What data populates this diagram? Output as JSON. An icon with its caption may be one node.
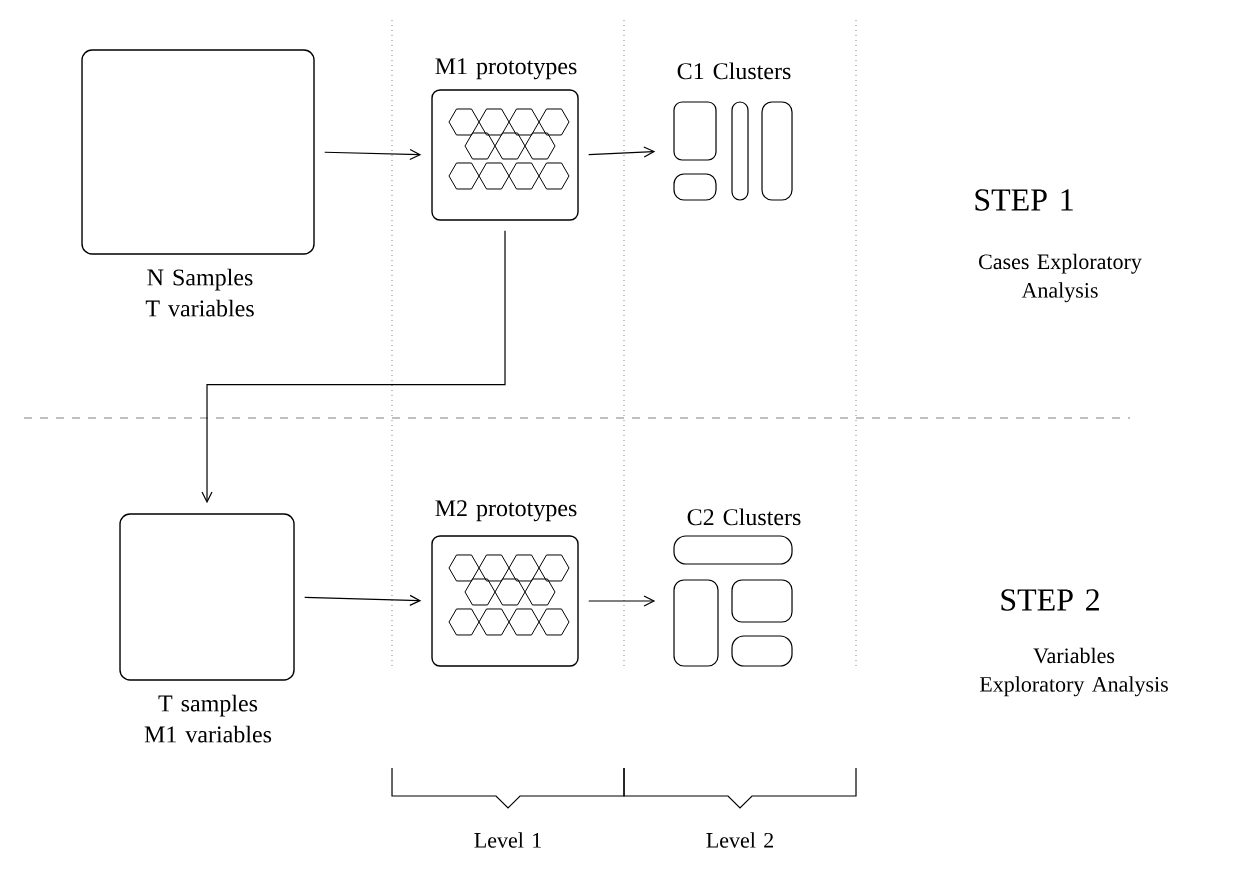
{
  "diagram": {
    "nodes": [
      {
        "text": [
          "N Samples T variables"
        ]
      },
      {
        "text": [
          "M1 prototypes"
        ]
      },
      {
        "text": [
          "C1 Clusters"
        ]
      },
      {
        "text": [
          "T samples M1 variables"
        ]
      },
      {
        "text": [
          "M2 prototypes"
        ]
      },
      {
        "text": [
          "C2 Clusters"
        ]
      }
    ],
    "edges": [
      {
        "from": 0,
        "to": 1,
        "arrow": "to"
      },
      {
        "from": 1,
        "to": 2,
        "arrow": "to"
      },
      {
        "from": 1,
        "to": 3,
        "arrow": "to"
      },
      {
        "from": 3,
        "to": 4,
        "arrow": "to"
      },
      {
        "from": 4,
        "to": 5,
        "arrow": "to"
      }
    ],
    "labels": [
      "STEP 1",
      "Cases Exploratory Analysis",
      "STEP 2",
      "Variables Exploratory Analysis",
      "Level 1",
      "Level 2"
    ]
  }
}
